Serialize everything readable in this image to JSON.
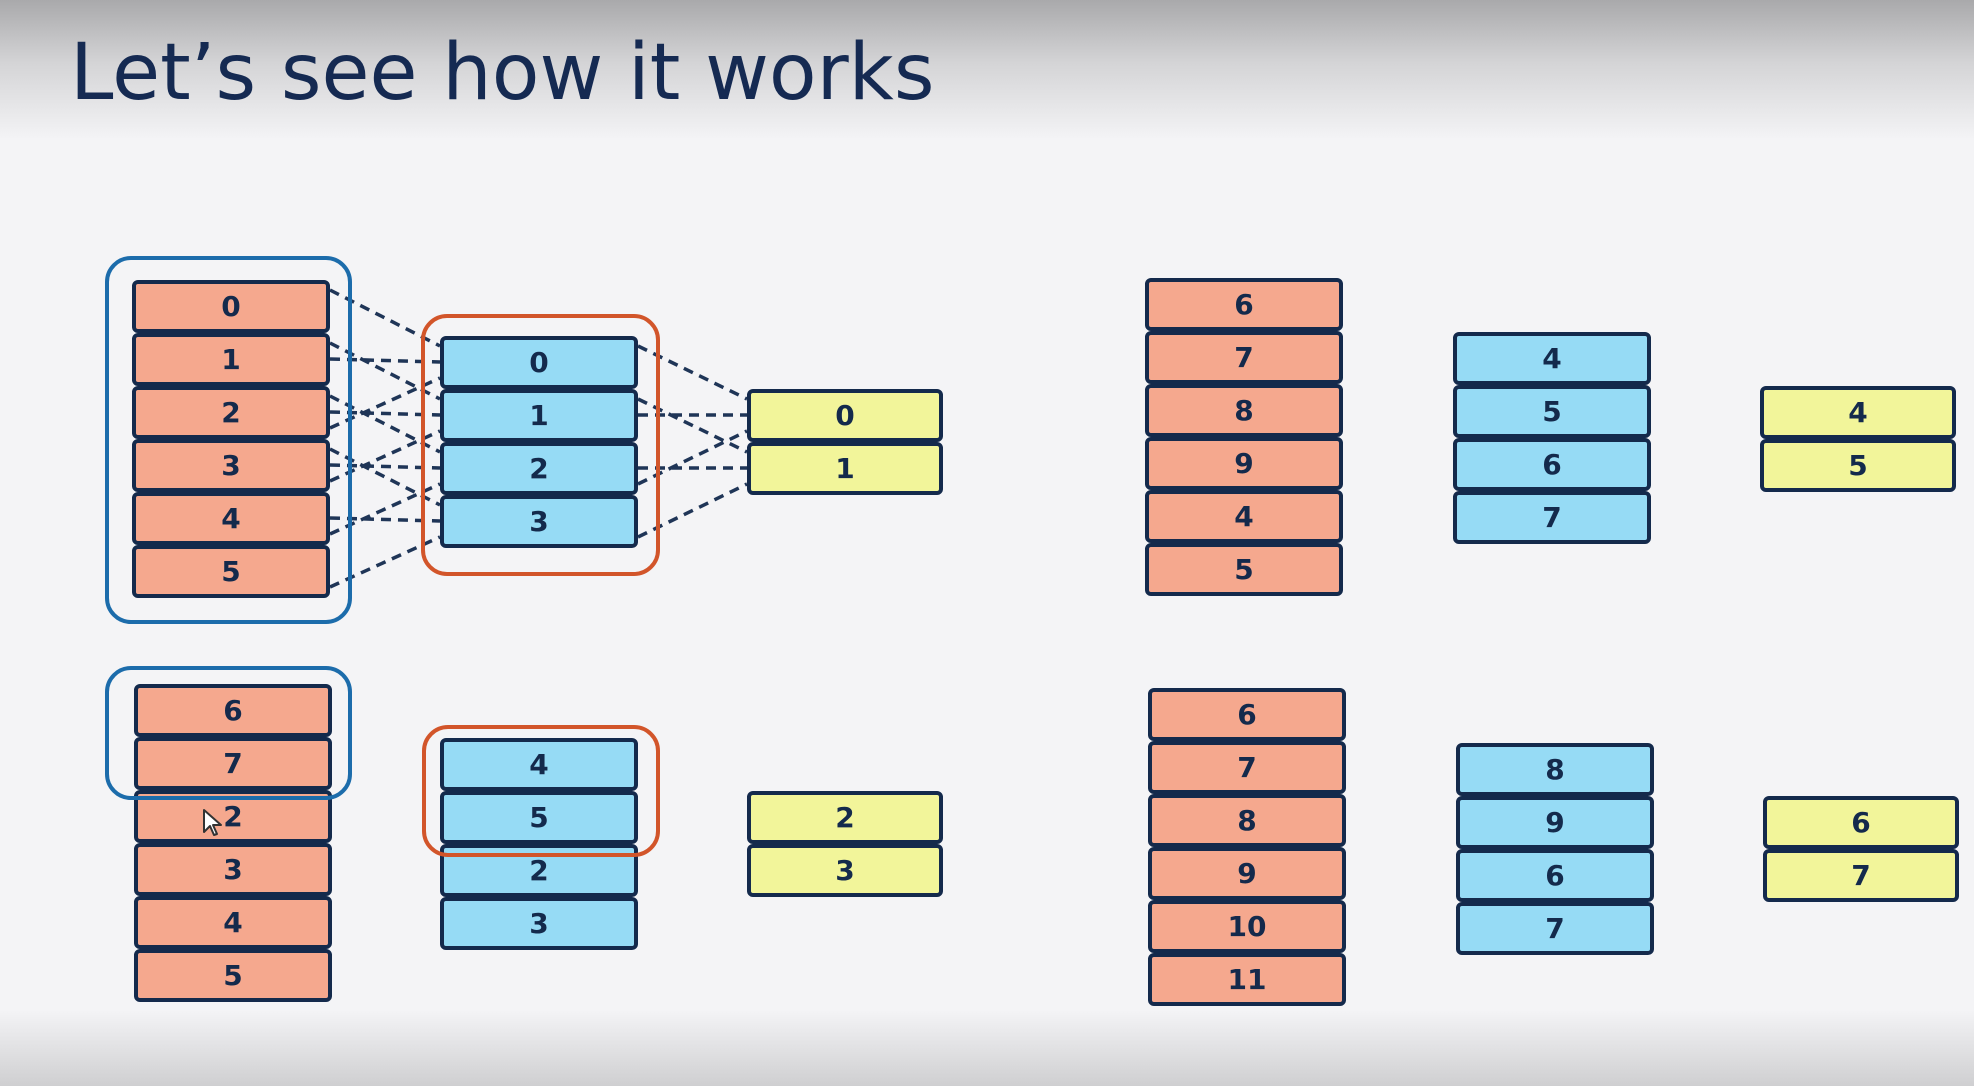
{
  "slide": {
    "title": "Let’s see how it works"
  },
  "colors": {
    "title": "#152a52",
    "salmon": "#f5a88e",
    "blue": "#96dbf5",
    "yellow": "#f2f59a",
    "outline": "#142a4c",
    "highlight_blue": "#1c6cab",
    "highlight_orange": "#d2552a",
    "link": "#1f3557"
  },
  "panels": {
    "top_left": {
      "input": [
        "0",
        "1",
        "2",
        "3",
        "4",
        "5"
      ],
      "middle": [
        "0",
        "1",
        "2",
        "3"
      ],
      "output": [
        "0",
        "1"
      ]
    },
    "top_right": {
      "input": [
        "6",
        "7",
        "8",
        "9",
        "4",
        "5"
      ],
      "middle": [
        "4",
        "5",
        "6",
        "7"
      ],
      "output": [
        "4",
        "5"
      ]
    },
    "bottom_left": {
      "input": [
        "6",
        "7",
        "2",
        "3",
        "4",
        "5"
      ],
      "middle": [
        "4",
        "5",
        "2",
        "3"
      ],
      "output": [
        "2",
        "3"
      ]
    },
    "bottom_right": {
      "input": [
        "6",
        "7",
        "8",
        "9",
        "10",
        "11"
      ],
      "middle": [
        "8",
        "9",
        "6",
        "7"
      ],
      "output": [
        "6",
        "7"
      ]
    }
  }
}
